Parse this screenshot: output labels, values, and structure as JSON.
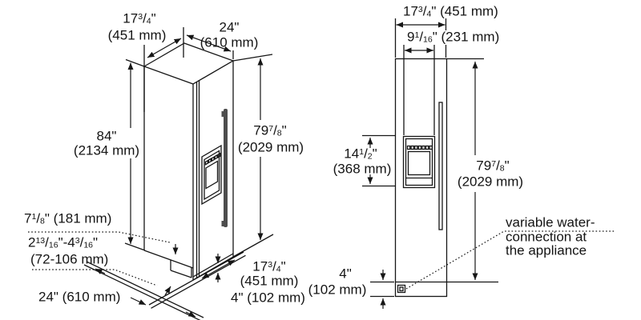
{
  "title": "refrigeration column installation dimensions",
  "colors": {
    "line": "#161616",
    "background": "#ffffff",
    "handle_fill": "#a8a8a8",
    "handle_dark": "#4d4d4d"
  },
  "left_view": {
    "name": "isometric view",
    "labels": {
      "depth_top": {
        "line1": "17 3/4\"",
        "line2": "(451 mm)"
      },
      "width_top": {
        "line1": "24\"",
        "line2": "(610 mm)"
      },
      "total_height": {
        "line1": "84\"",
        "line2": "(2134 mm)"
      },
      "appliance_height": {
        "line1": "79 7/8\"",
        "line2": "(2029 mm)"
      },
      "plinth_height": "7 1/8\" (181 mm)",
      "adjustable_range": {
        "line1": "2 13/16\"-4 3/16\"",
        "line2": "(72-106 mm)"
      },
      "depth_floor": "24\" (610 mm)",
      "depth_bottom": {
        "line1": "17 3/4\"",
        "line2": "(451 mm)"
      },
      "toe_kick": "4\" (102 mm)"
    }
  },
  "right_view": {
    "name": "front view",
    "labels": {
      "width": "17 3/4\" (451 mm)",
      "dispenser_width": "9 1/16\" (231 mm)",
      "dispenser_height": {
        "line1": "14 1/2\"",
        "line2": "(368 mm)"
      },
      "appliance_height": {
        "line1": "79 7/8\"",
        "line2": "(2029 mm)"
      },
      "base_height": {
        "line1": "4\"",
        "line2": "(102 mm)"
      },
      "note": {
        "line1": "variable water-",
        "line2": "connection at",
        "line3": "the appliance"
      }
    }
  }
}
